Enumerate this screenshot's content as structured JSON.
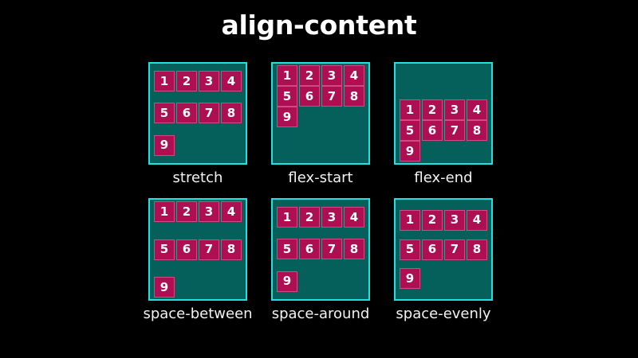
{
  "title": "align-content",
  "colors": {
    "background": "#000000",
    "container_fill": "#05605c",
    "container_border": "#22e0e0",
    "tile_fill": "#ad0f52",
    "tile_border": "#d14a80",
    "title_text": "#ffffff",
    "label_text": "#f2f2f2"
  },
  "items": [
    "1",
    "2",
    "3",
    "4",
    "5",
    "6",
    "7",
    "8",
    "9"
  ],
  "demos": [
    {
      "label": "stretch",
      "value": "stretch",
      "class": "ac-stretch"
    },
    {
      "label": "flex-start",
      "value": "flex-start",
      "class": "ac-flex-start"
    },
    {
      "label": "flex-end",
      "value": "flex-end",
      "class": "ac-flex-end"
    },
    {
      "label": "space-between",
      "value": "space-between",
      "class": "ac-space-between"
    },
    {
      "label": "space-around",
      "value": "space-around",
      "class": "ac-space-around"
    },
    {
      "label": "space-evenly",
      "value": "space-evenly",
      "class": "ac-space-evenly"
    }
  ]
}
